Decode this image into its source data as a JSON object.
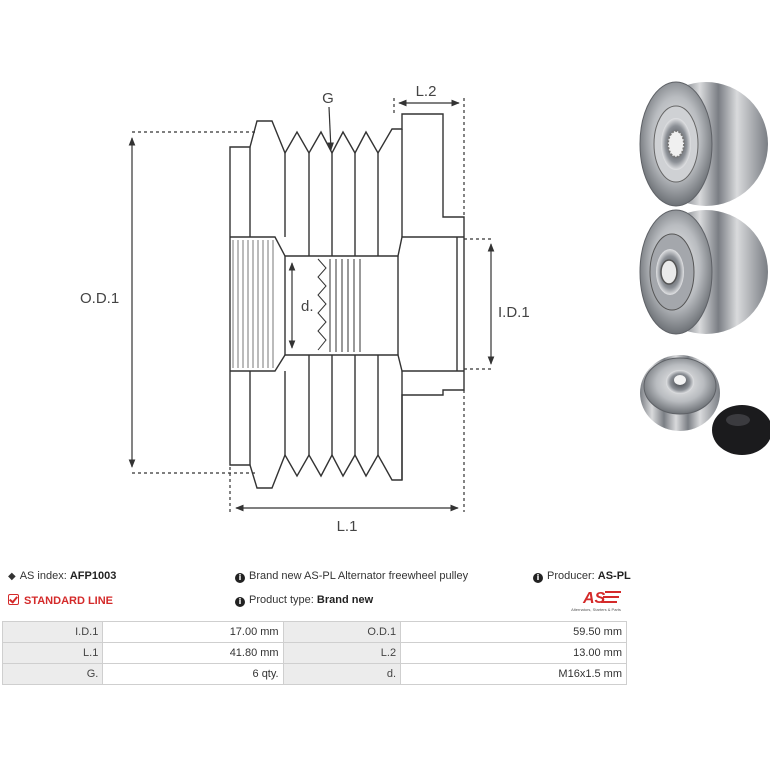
{
  "drawing": {
    "labels": {
      "od": "O.D.1",
      "id": "I.D.1",
      "l1": "L.1",
      "l2": "L.2",
      "g": "G",
      "d": "d."
    }
  },
  "product_photos": [
    "pulley-front-splined",
    "pulley-rear-bearing",
    "pulley-side-with-cap"
  ],
  "info": {
    "as_index_label": "AS index:",
    "as_index_value": "AFP1003",
    "line": "STANDARD LINE",
    "description": "Brand new AS-PL Alternator freewheel pulley",
    "product_type_label": "Product type:",
    "product_type_value": "Brand new",
    "producer_label": "Producer:",
    "producer_value": "AS-PL",
    "logo_text": "AS",
    "logo_tagline": "Alternators, Starters & Parts"
  },
  "specs": [
    {
      "label1": "I.D.1",
      "value1": "17.00 mm",
      "label2": "O.D.1",
      "value2": "59.50 mm"
    },
    {
      "label1": "L.1",
      "value1": "41.80 mm",
      "label2": "L.2",
      "value2": "13.00 mm"
    },
    {
      "label1": "G.",
      "value1": "6 qty.",
      "label2": "d.",
      "value2": "M16x1.5 mm"
    }
  ],
  "colors": {
    "accent_red": "#d42a2a",
    "table_label_bg": "#ececec",
    "line_color": "#333333"
  }
}
